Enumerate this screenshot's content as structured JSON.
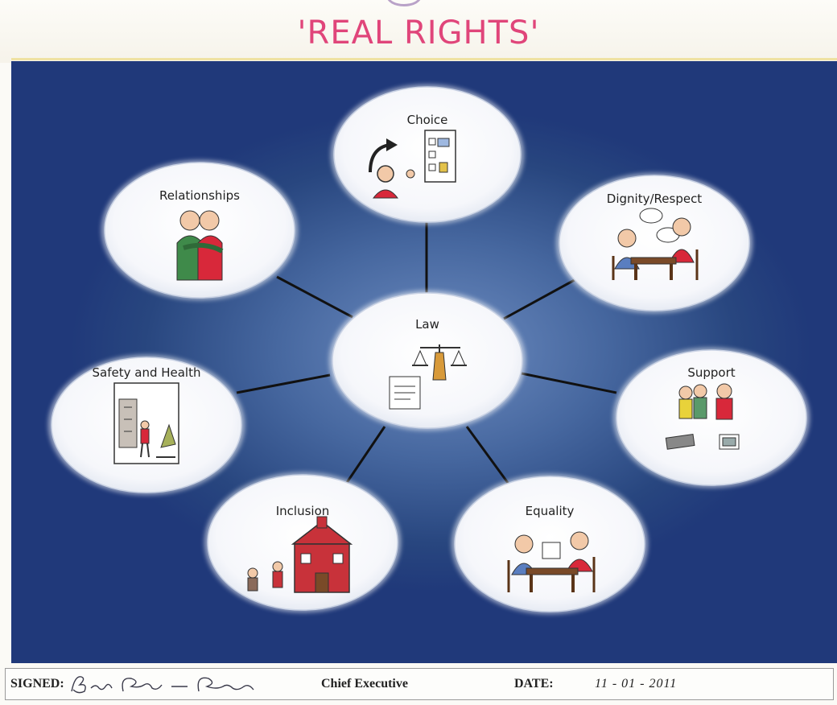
{
  "title": "'REAL RIGHTS'",
  "diagram": {
    "center": {
      "id": "law",
      "label": "Law",
      "icon": "scales-icon"
    },
    "nodes": [
      {
        "id": "choice",
        "label": "Choice",
        "icon": "choice-board-icon"
      },
      {
        "id": "dignity",
        "label": "Dignity/Respect",
        "icon": "conversation-icon"
      },
      {
        "id": "support",
        "label": "Support",
        "icon": "support-people-icon"
      },
      {
        "id": "equality",
        "label": "Equality",
        "icon": "meeting-table-icon"
      },
      {
        "id": "inclusion",
        "label": "Inclusion",
        "icon": "school-house-icon"
      },
      {
        "id": "safety",
        "label": "Safety and Health",
        "icon": "safety-scene-icon"
      },
      {
        "id": "relationships",
        "label": "Relationships",
        "icon": "hugging-people-icon"
      }
    ]
  },
  "footer": {
    "signed_label": "SIGNED:",
    "signature_text": "Brenda Pether - Roche",
    "role": "Chief Executive",
    "date_label": "DATE:",
    "date_value": "11 - 01 - 2011"
  },
  "colors": {
    "title": "#e0457a",
    "panel": "#2c4a85",
    "connector": "#111111",
    "node_fill": "#ffffff"
  }
}
